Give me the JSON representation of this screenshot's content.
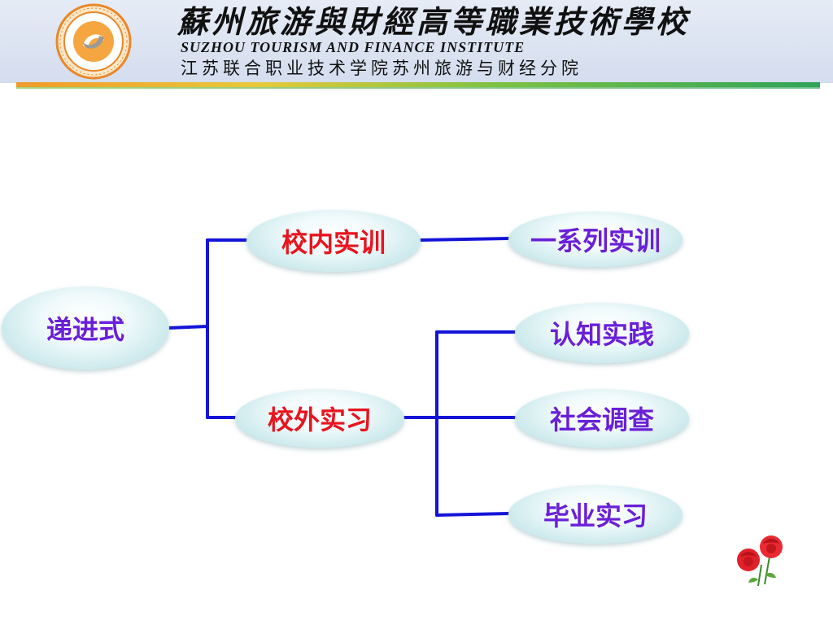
{
  "header": {
    "school_name_cn": "蘇州旅游與財經高等職業技術學校",
    "school_name_en": "SUZHOU TOURISM AND FINANCE INSTITUTE",
    "school_subtitle": "江苏联合职业技术学院苏州旅游与财经分院",
    "logo_icon": "school-seal-icon"
  },
  "diagram": {
    "root": "递进式",
    "branch_internal": "校内实训",
    "branch_external": "校外实习",
    "internal_children": [
      "一系列实训"
    ],
    "external_children": [
      "认知实践",
      "社会调查",
      "毕业实习"
    ]
  },
  "colors": {
    "connector": "#1414d8",
    "red_label": "#e8141e",
    "purple_label": "#6a1fd8",
    "node_fill": "#c5e6ea"
  },
  "decoration": {
    "flower_icon": "red-roses-icon"
  }
}
